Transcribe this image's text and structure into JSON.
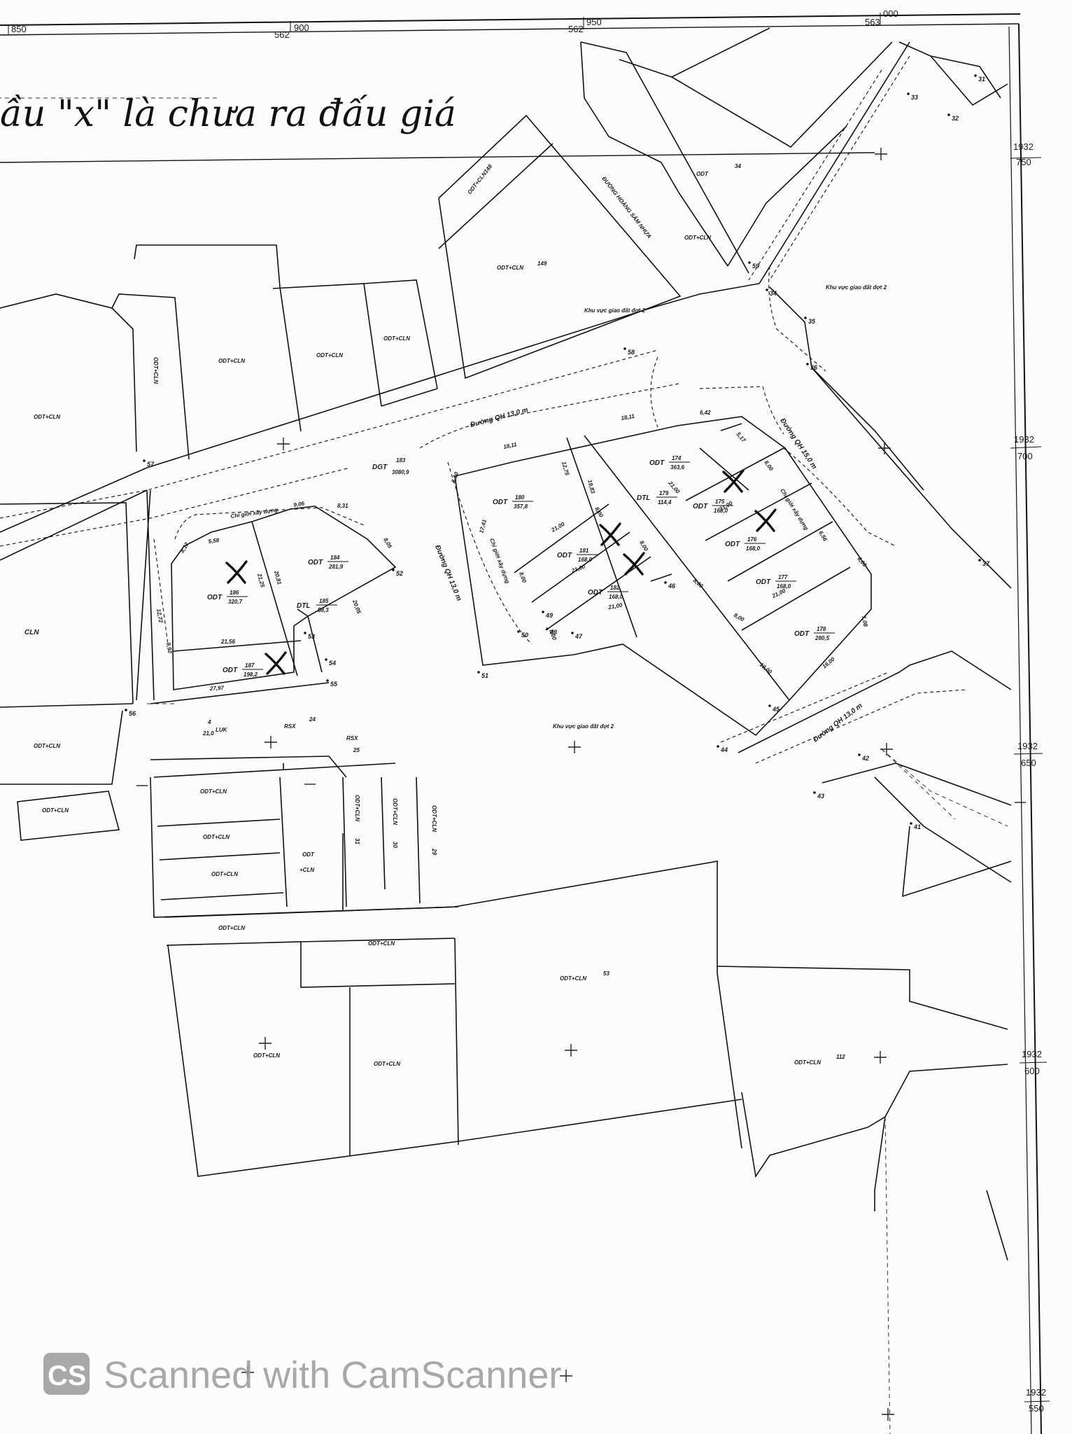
{
  "annotation": {
    "text": "ầu \"x\" là chưa ra đấu giá"
  },
  "watermark": {
    "logo": "CS",
    "text": "Scanned with CamScanner"
  },
  "grid": {
    "top": [
      "850",
      "562",
      "900",
      "562",
      "950",
      "563",
      "000"
    ],
    "right": [
      "1932",
      "750",
      "1932",
      "700",
      "1932",
      "650",
      "1932",
      "600",
      "1932",
      "550"
    ]
  },
  "roads": {
    "qh13_north": "Đường QH 13,0 m",
    "qh15": "Đường QH 15,0 m",
    "qh13_mid": "Đường QH 13,0 m",
    "qh13_south": "Đường QH 13,0 m",
    "hoang_sam": "ĐƯỜNG HOÀNG SÂM NHỰA"
  },
  "zones": {
    "phase2_a": "Khu vực giao đất đợt 2",
    "phase2_b": "Khu vực giao đất đợt 2",
    "phase2_c": "Khu vực giao đất đợt 2"
  },
  "build_lines": {
    "a": "Chỉ giới xây dựng",
    "b": "Chỉ giới xây dựng",
    "c": "Chỉ giới xây dựng"
  },
  "parcels": {
    "p148": {
      "type": "ODT+CLN",
      "num": "148"
    },
    "p149": {
      "type": "ODT+CLN",
      "num": "149"
    },
    "p34": {
      "type": "ODT",
      "num": "34"
    },
    "odtcln_top": "ODT+CLN",
    "odtcln_a": "ODT+CLN",
    "odtcln_b": "ODT+CLN",
    "odtcln_c": "ODT+CLN",
    "odtcln_d": "ODT+CLN",
    "odtcln_vert": "ODT+CLN",
    "dgt183": {
      "type": "DGT",
      "num": "183",
      "area": "3080,9"
    },
    "p180": {
      "type": "ODT",
      "num": "180",
      "area": "357,8"
    },
    "p174": {
      "type": "ODT",
      "num": "174",
      "area": "363,6"
    },
    "p179": {
      "type": "DTL",
      "num": "179",
      "area": "114,4"
    },
    "p175": {
      "type": "ODT",
      "num": "175",
      "area": "168,0"
    },
    "p181": {
      "type": "ODT",
      "num": "181",
      "area": "168,0"
    },
    "p176": {
      "type": "ODT",
      "num": "176",
      "area": "168,0"
    },
    "p182": {
      "type": "ODT",
      "num": "182",
      "area": "168,0"
    },
    "p177": {
      "type": "ODT",
      "num": "177",
      "area": "168,0"
    },
    "p178": {
      "type": "ODT",
      "num": "178",
      "area": "280,5"
    },
    "p184": {
      "type": "ODT",
      "num": "184",
      "area": "281,9"
    },
    "p186": {
      "type": "ODT",
      "num": "186",
      "area": "320,7"
    },
    "p185": {
      "type": "DTL",
      "num": "185",
      "area": "58,3"
    },
    "p187": {
      "type": "ODT",
      "num": "187",
      "area": "198,2"
    },
    "luk4": {
      "type": "LUK",
      "num": "4",
      "area": "21,0"
    },
    "rsx24": {
      "type": "RSX",
      "num": "24"
    },
    "rsx25": {
      "type": "RSX",
      "num": "25"
    },
    "cln_left": "CLN",
    "w1": "ODT+CLN",
    "w2": "ODT+CLN",
    "w3": "ODT+CLN",
    "w4": "ODT+CLN",
    "w5": "ODT+CLN",
    "odt_cln_box": {
      "type1": "ODT",
      "type2": "+CLN"
    },
    "v31": {
      "type": "ODT+CLN",
      "num": "31"
    },
    "v30": {
      "type": "ODT+CLN",
      "num": "30"
    },
    "v29": {
      "type": "ODT+CLN",
      "num": "29"
    },
    "b1": "ODT+CLN",
    "b2": "ODT+CLN",
    "b3": "ODT+CLN",
    "b4": "ODT+CLN",
    "p53": {
      "type": "ODT+CLN",
      "num": "53"
    },
    "p112": {
      "type": "ODT+CLN",
      "num": "112"
    }
  },
  "points": [
    "31",
    "32",
    "33",
    "34",
    "35",
    "36",
    "37",
    "41",
    "42",
    "43",
    "44",
    "45",
    "46",
    "47",
    "48",
    "49",
    "50",
    "51",
    "52",
    "53",
    "54",
    "55",
    "56",
    "57",
    "58",
    "59"
  ],
  "dims": {
    "d1": "18,11",
    "d2": "18,11",
    "d3": "6,42",
    "d4": "5,17",
    "d5": "8,00",
    "d6": "5,10",
    "d7": "12,75",
    "d8": "19,83",
    "d9": "21,00",
    "d10": "21,00",
    "d11": "21,00",
    "d12": "21,00",
    "d13": "8,00",
    "d14": "8,00",
    "d15": "8,00",
    "d16": "17,41",
    "d17": "8,00",
    "d18": "21,00",
    "d19": "8,00",
    "d20": "13,00",
    "d21": "16,00",
    "d22": "1,08",
    "d23": "8,00",
    "d24": "21,00",
    "d25": "9,06",
    "d26": "8,31",
    "d27": "5,58",
    "d28": "8,12",
    "d29": "21,25",
    "d30": "20,81",
    "d31": "20,05",
    "d32": "21,56",
    "d33": "27,97",
    "d34": "12,72",
    "d35": "9,92",
    "d36": "8,05",
    "d37": "8,00",
    "d38": "6,56"
  },
  "marks": {
    "x": "X"
  }
}
